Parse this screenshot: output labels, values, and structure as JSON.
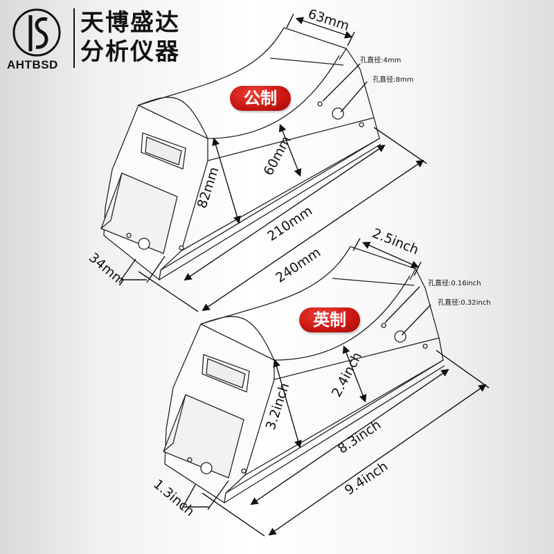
{
  "brand": {
    "logo_text": "AHTBSD",
    "name_line1": "天博盛达",
    "name_line2": "分析仪器"
  },
  "metric": {
    "badge": "公制",
    "width": "63mm",
    "hole_small": "孔直径:4mm",
    "hole_large": "孔直径:8mm",
    "height": "82mm",
    "saddle_height": "60mm",
    "top_length": "210mm",
    "base_length": "240mm",
    "base_width": "34mm"
  },
  "imperial": {
    "badge": "英制",
    "width": "2.5inch",
    "hole_small": "孔直径:0.16inch",
    "hole_large": "孔直径:0.32inch",
    "height": "3.2inch",
    "saddle_height": "2.4inch",
    "top_length": "8.3inch",
    "base_length": "9.4inch",
    "base_width": "1.3inch"
  },
  "colors": {
    "badge_red": "#d11a14",
    "line": "#1a1a1a"
  }
}
